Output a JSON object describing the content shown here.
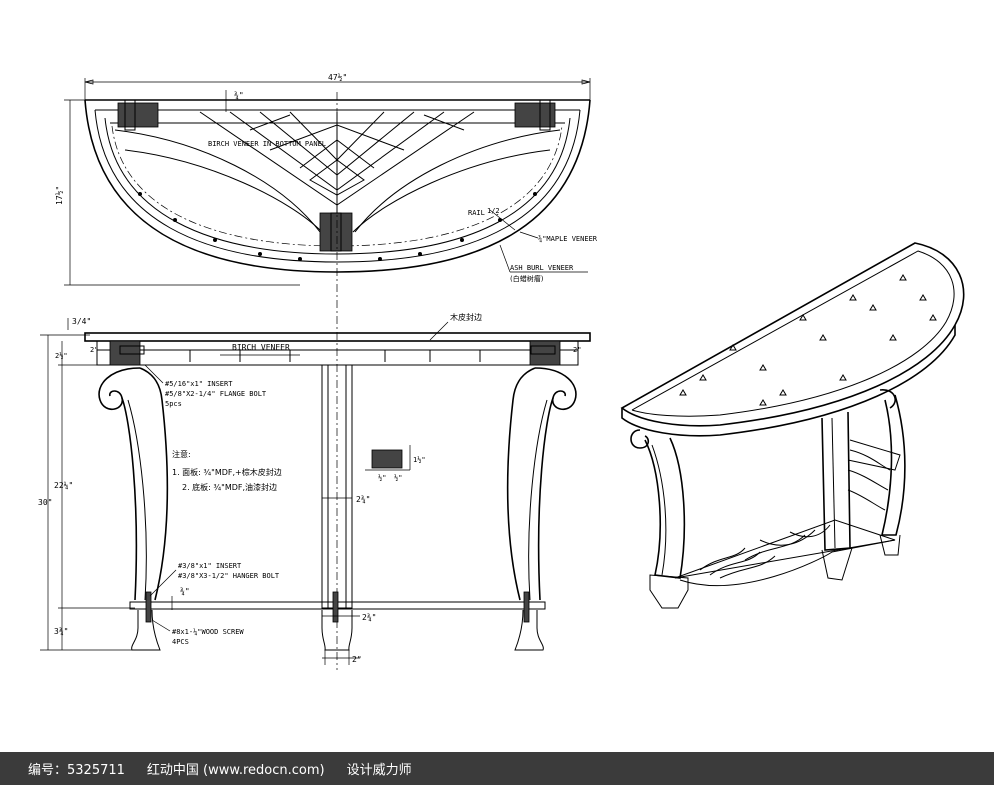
{
  "plan_view": {
    "overall_width": "47½\"",
    "depth": "17½\"",
    "top_offset": "¾\"",
    "bottom_panel_note": "BIRCH VENEER IN BOTTOM PANEL",
    "rail_label": "RAIL",
    "rail_size": "1/2",
    "maple_veneer": "¾\"MAPLE VENEER",
    "ash_burl_veneer": "ASH BURL VENEER",
    "ash_burl_note": "(白蜡树瘤)"
  },
  "front_view": {
    "top_thickness": "3/4\"",
    "apron_height": "2½\"",
    "edge_note": "木皮封边",
    "left_setback": "2\"",
    "right_setback": "2\"",
    "apron_veneer": "BIRCH VENEER",
    "insert_note": "#5/16\"x1\" INSERT",
    "flange_bolt_note": "#5/8\"X2-1/4\" FLANGE BOLT",
    "flange_bolt_qty": "5pcs",
    "notes_title": "注意:",
    "note_1": "1. 面板: ¾\"MDF,+棕木皮封边",
    "note_2": "2. 底板: ¾\"MDF,油漆封边",
    "section_dim_left": "½\"",
    "section_dim_right": "½\"",
    "section_dim_height": "1½\"",
    "leg_width": "2¾\"",
    "total_height": "30\"",
    "leg_height": "22¼\"",
    "hanger_insert_note": "#3/8\"x1\" INSERT",
    "hanger_bolt_note": "#3/8\"X3-1/2\" HANGER BOLT",
    "shelf_thickness": "¾\"",
    "foot_height": "3¾\"",
    "screw_note": "#8x1-¼\"WOOD SCREW",
    "screw_qty": "4PCS",
    "center_leg_dim": "2¾\"",
    "foot_width": "2\""
  },
  "footer": {
    "id_label": "编号：5325711",
    "site": "红动中国 (www.redocn.com)",
    "category": "设计威力师"
  }
}
